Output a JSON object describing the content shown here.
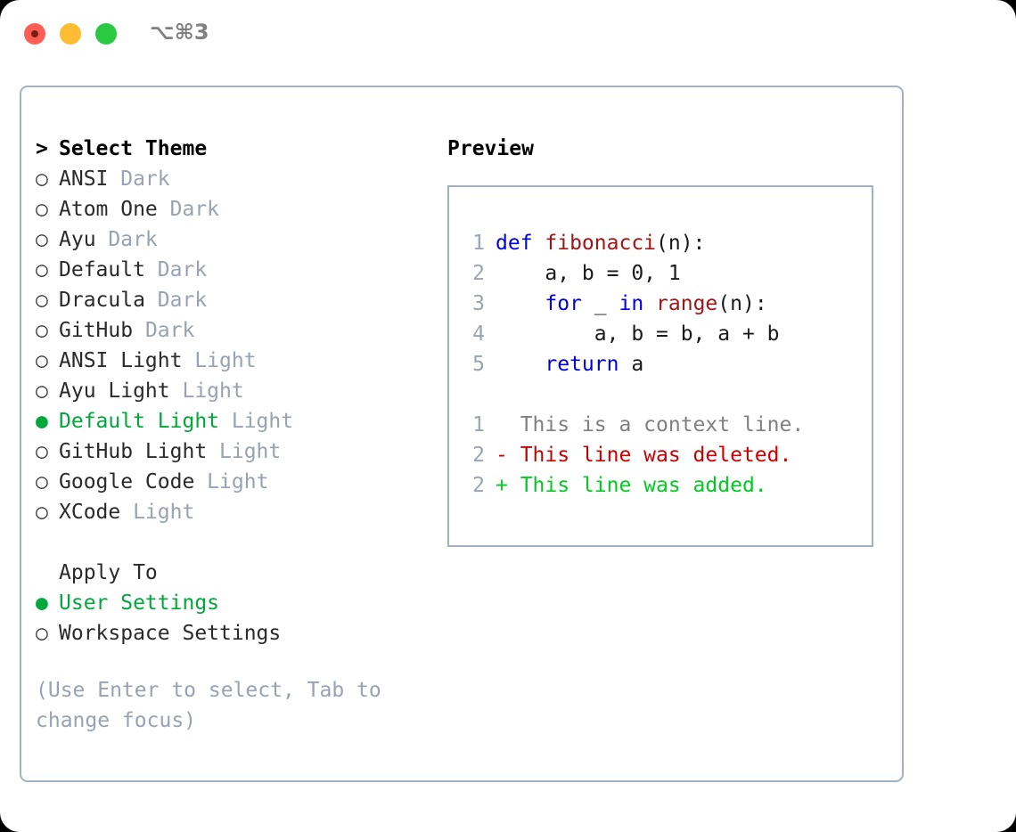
{
  "titlebar": {
    "shortcut": "⌥⌘3",
    "buttons": [
      "close",
      "minimize",
      "maximize"
    ]
  },
  "theme_picker": {
    "header_marker": ">",
    "header": "Select Theme",
    "items": [
      {
        "marker": "○",
        "label": "ANSI",
        "suffix": "Dark",
        "selected": false
      },
      {
        "marker": "○",
        "label": "Atom One",
        "suffix": "Dark",
        "selected": false
      },
      {
        "marker": "○",
        "label": "Ayu",
        "suffix": "Dark",
        "selected": false
      },
      {
        "marker": "○",
        "label": "Default",
        "suffix": "Dark",
        "selected": false
      },
      {
        "marker": "○",
        "label": "Dracula",
        "suffix": "Dark",
        "selected": false
      },
      {
        "marker": "○",
        "label": "GitHub",
        "suffix": "Dark",
        "selected": false
      },
      {
        "marker": "○",
        "label": "ANSI Light",
        "suffix": "Light",
        "selected": false
      },
      {
        "marker": "○",
        "label": "Ayu Light",
        "suffix": "Light",
        "selected": false
      },
      {
        "marker": "●",
        "label": "Default Light",
        "suffix": "Light",
        "selected": true
      },
      {
        "marker": "○",
        "label": "GitHub Light",
        "suffix": "Light",
        "selected": false
      },
      {
        "marker": "○",
        "label": "Google Code",
        "suffix": "Light",
        "selected": false
      },
      {
        "marker": "○",
        "label": "XCode",
        "suffix": "Light",
        "selected": false
      }
    ]
  },
  "apply_to": {
    "header": "Apply To",
    "items": [
      {
        "marker": "●",
        "label": "User Settings",
        "selected": true
      },
      {
        "marker": "○",
        "label": "Workspace Settings",
        "selected": false
      }
    ]
  },
  "hint": "(Use Enter to select, Tab to change focus)",
  "preview": {
    "title": "Preview",
    "code_lines": [
      {
        "num": "1",
        "segments": [
          {
            "t": "def ",
            "c": "kw"
          },
          {
            "t": "fibonacci",
            "c": "fn"
          },
          {
            "t": "(n):",
            "c": "pl"
          }
        ]
      },
      {
        "num": "2",
        "segments": [
          {
            "t": "    a, b = 0, 1",
            "c": "pl"
          }
        ]
      },
      {
        "num": "3",
        "segments": [
          {
            "t": "    ",
            "c": "pl"
          },
          {
            "t": "for",
            "c": "kw"
          },
          {
            "t": " _ ",
            "c": "pl"
          },
          {
            "t": "in",
            "c": "kw"
          },
          {
            "t": " ",
            "c": "pl"
          },
          {
            "t": "range",
            "c": "fn"
          },
          {
            "t": "(n):",
            "c": "pl"
          }
        ]
      },
      {
        "num": "4",
        "segments": [
          {
            "t": "        a, b = b, a + b",
            "c": "pl"
          }
        ]
      },
      {
        "num": "5",
        "segments": [
          {
            "t": "    ",
            "c": "pl"
          },
          {
            "t": "return",
            "c": "kw"
          },
          {
            "t": " a",
            "c": "pl"
          }
        ]
      }
    ],
    "diff_lines": [
      {
        "num": "1",
        "text": "  This is a context line.",
        "kind": "ctx"
      },
      {
        "num": "2",
        "text": "- This line was deleted.",
        "kind": "del"
      },
      {
        "num": "2",
        "text": "+ This line was added.",
        "kind": "add"
      }
    ]
  },
  "colors": {
    "accent_green": "#00a83b",
    "muted": "#98a2b3",
    "border": "#a5b0c0",
    "keyword": "#0000e6",
    "function": "#a31515",
    "diff_added": "#00cc22",
    "diff_deleted": "#cc0000"
  }
}
